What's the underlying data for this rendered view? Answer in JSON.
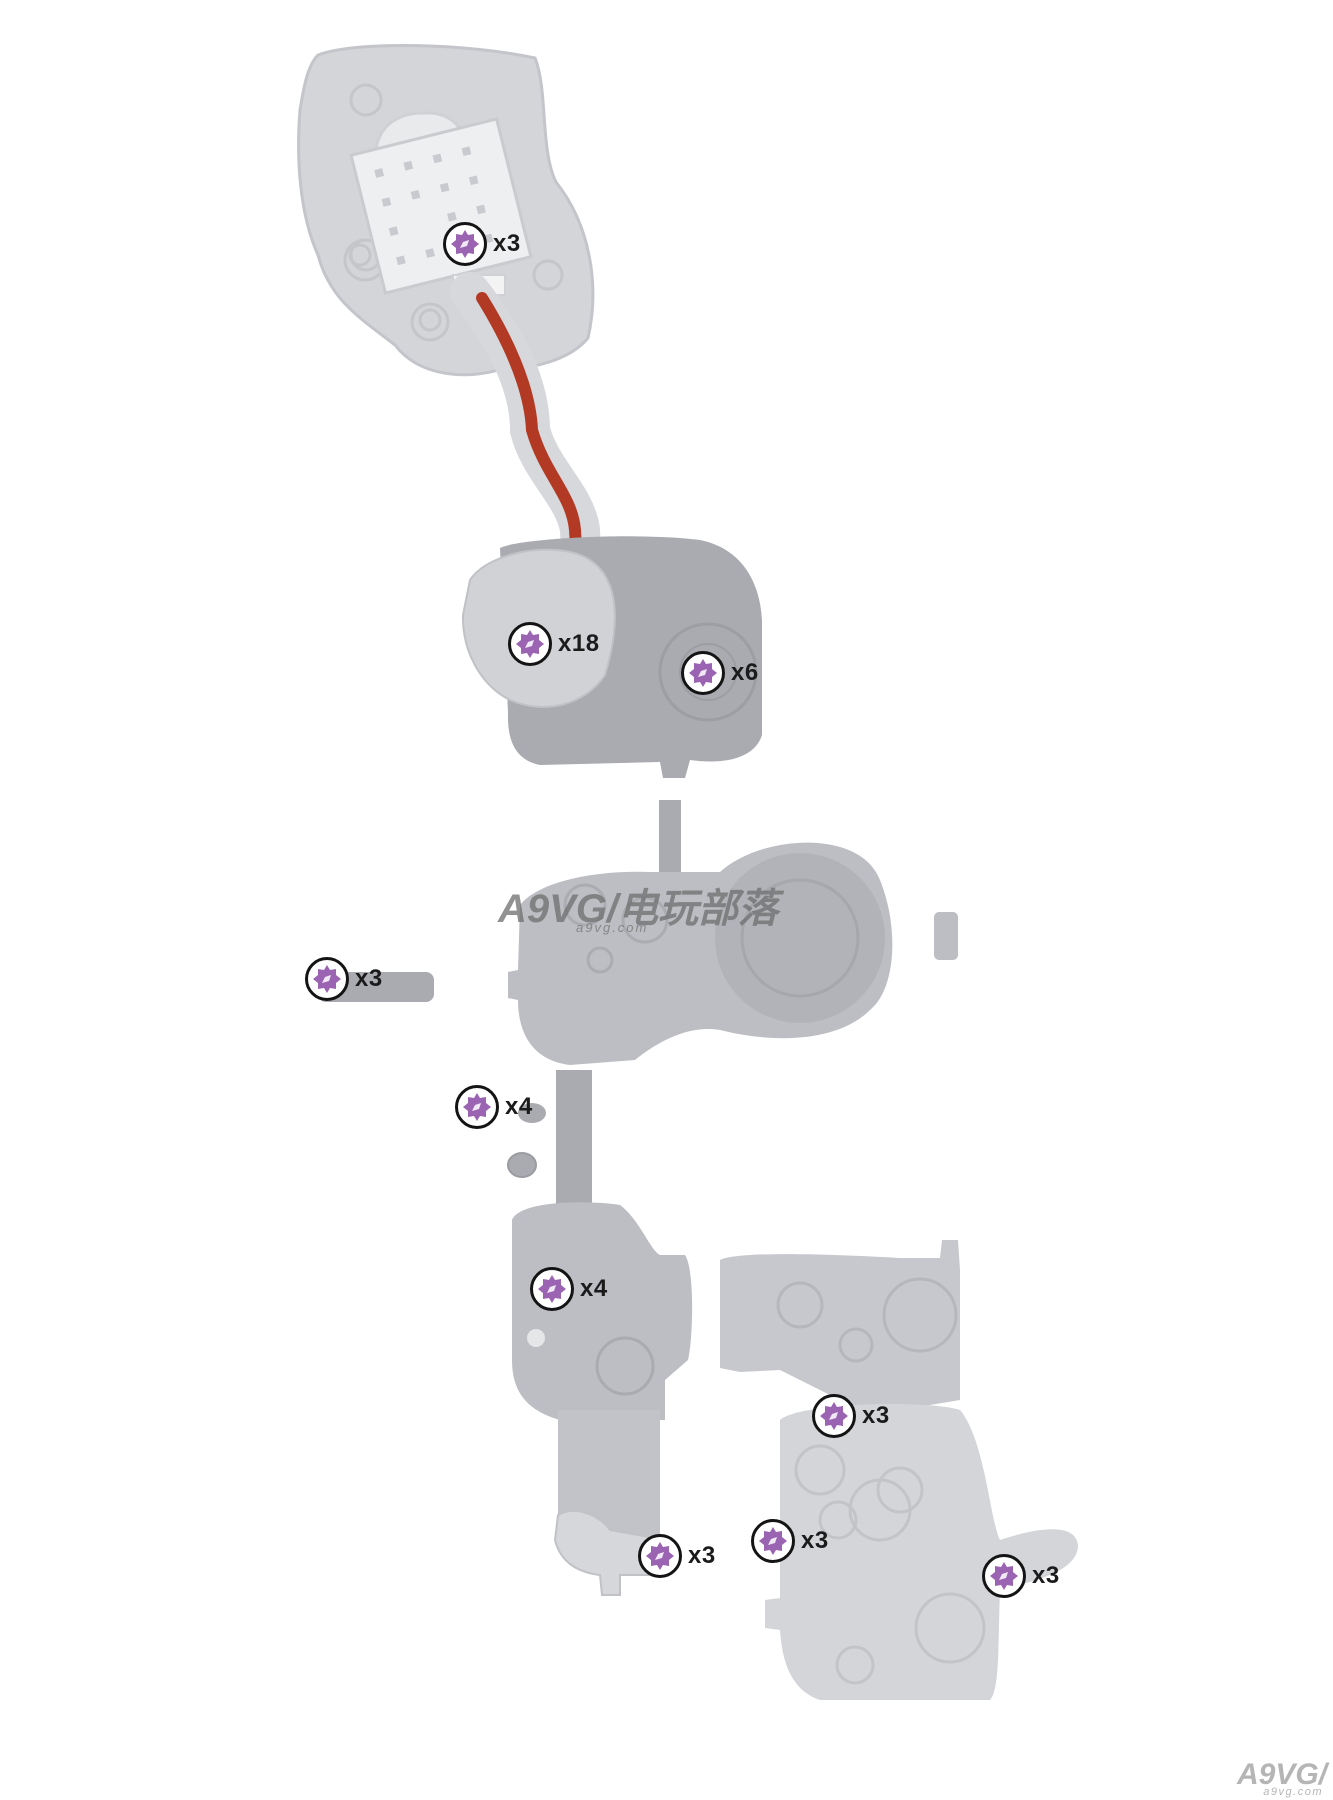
{
  "colors": {
    "marker_fill": "#9b64b2",
    "marker_ring": "#141414",
    "path": "#b23a24",
    "room_light": "#d2d4d8",
    "room_mid": "#bcbec3",
    "room_dark": "#a9abb0"
  },
  "icons": {
    "marker": "purple-gem-icon"
  },
  "markers": [
    {
      "id": "cave-top",
      "count": "x3"
    },
    {
      "id": "room-a-west",
      "count": "x18"
    },
    {
      "id": "room-a-east",
      "count": "x6"
    },
    {
      "id": "ledge-west",
      "count": "x3"
    },
    {
      "id": "corridor-west",
      "count": "x4"
    },
    {
      "id": "room-c",
      "count": "x4"
    },
    {
      "id": "room-d-north",
      "count": "x3"
    },
    {
      "id": "room-c-south",
      "count": "x3"
    },
    {
      "id": "room-d-west",
      "count": "x3"
    },
    {
      "id": "room-d-east",
      "count": "x3"
    }
  ],
  "watermarks": {
    "center_main": "A9VG/电玩部落",
    "center_sub": "a9vg.com",
    "corner_main": "A9VG/",
    "corner_sub": "a9vg.com"
  }
}
